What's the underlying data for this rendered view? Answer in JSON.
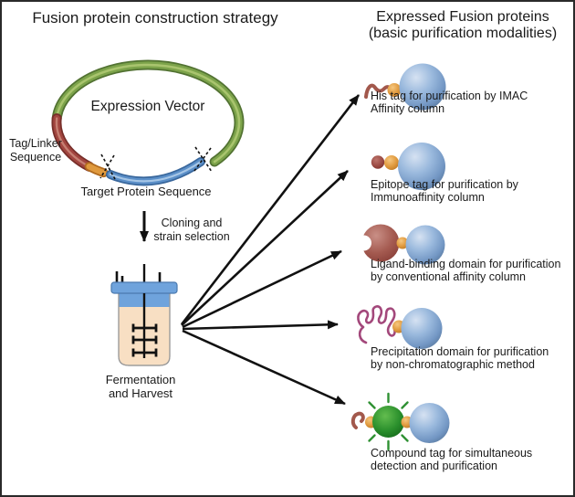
{
  "left_panel": {
    "title": "Fusion protein construction strategy",
    "plasmid": {
      "vector_label": "Expression Vector",
      "tag_linker_lines": [
        "Tag/Linker",
        "Sequence"
      ],
      "target_label": "Target Protein Sequence"
    },
    "cloning_step_lines": [
      "Cloning and",
      "strain selection"
    ],
    "fermenter_label_lines": [
      "Fermentation",
      "and Harvest"
    ]
  },
  "right_panel": {
    "title_lines": [
      "Expressed Fusion proteins",
      "(basic purification modalities)"
    ],
    "items": [
      {
        "icon": "his-tag-fusion-protein-icon",
        "label_lines": [
          "His tag for purification by IMAC",
          "Affinity column"
        ]
      },
      {
        "icon": "epitope-tag-fusion-protein-icon",
        "label_lines": [
          "Epitope tag for purification by",
          "Immunoaffinity column"
        ]
      },
      {
        "icon": "ligand-binding-domain-fusion-protein-icon",
        "label_lines": [
          "Ligand-binding domain for purification",
          "by conventional affinity column"
        ]
      },
      {
        "icon": "precipitation-domain-fusion-protein-icon",
        "label_lines": [
          "Precipitation domain for purification",
          "by non-chromatographic method"
        ]
      },
      {
        "icon": "compound-tag-fusion-protein-icon",
        "label_lines": [
          "Compound tag for simultaneous",
          "detection and purification"
        ]
      }
    ]
  },
  "colors": {
    "plasmid_backbone_green": "#7ca34a",
    "tag_linker_red": "#a2453f",
    "linker_orange": "#e09a3e",
    "target_insert_blue": "#5b8fc8",
    "target_protein_sphere_blue": "#8fb0d8",
    "ligand_domain_red": "#a45a50",
    "precipitation_domain_purple": "#a3487b",
    "detection_tag_green": "#2e9230",
    "fermenter_lid_blue": "#6fa3dc",
    "fermenter_broth_peach": "#f8dfc3",
    "arrow_black": "#111111"
  }
}
